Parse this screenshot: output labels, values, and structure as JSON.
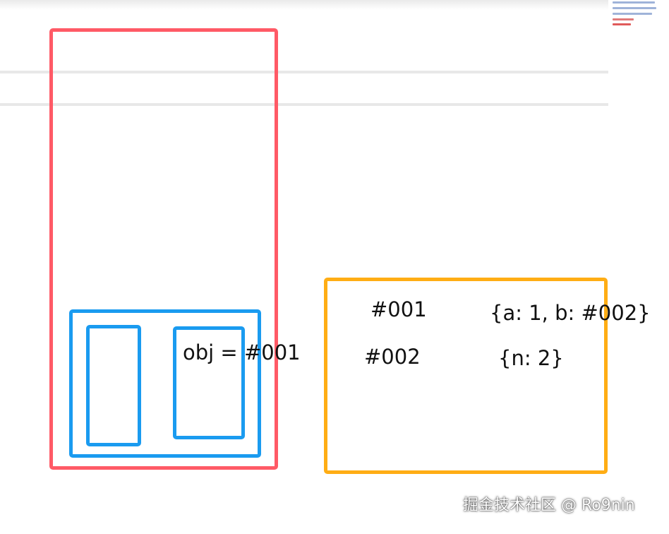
{
  "colors": {
    "stack": "#ff5a66",
    "frame": "#1a9bf0",
    "heap": "#ffad14",
    "text": "#111111",
    "divider": "#e8e8e8"
  },
  "stack_frame": {
    "variable": "obj = #001"
  },
  "heap": {
    "entries": [
      {
        "address": "#001",
        "value": "{a: 1, b: #002}"
      },
      {
        "address": "#002",
        "value": "{n: 2}"
      }
    ]
  },
  "watermark": "掘金技术社区 @ Ro9nin"
}
